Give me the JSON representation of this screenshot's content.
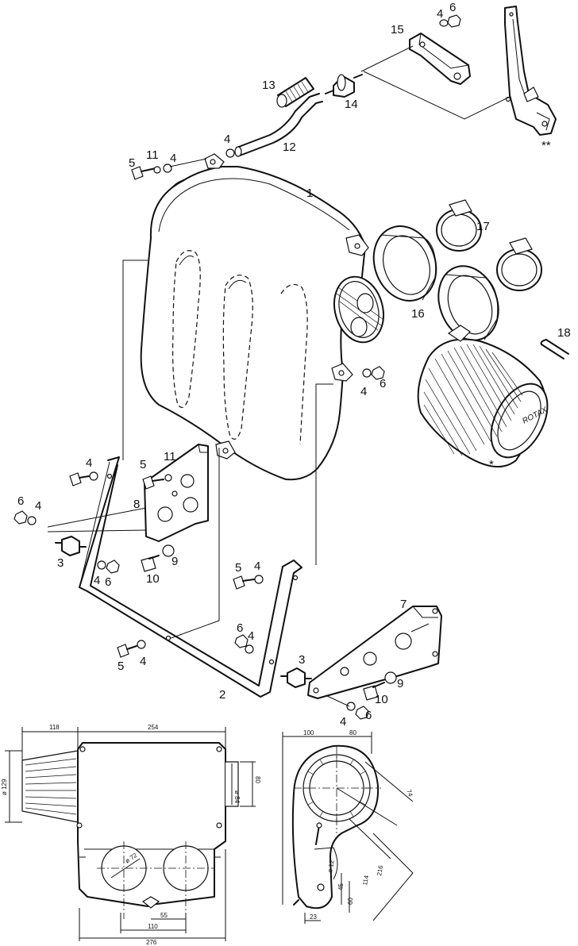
{
  "diagram": {
    "part_labels": {
      "p1": "1",
      "p2": "2",
      "p3a": "3",
      "p3b": "3",
      "p4a": "4",
      "p4b": "4",
      "p4c": "4",
      "p4d": "4",
      "p4e": "4",
      "p4f": "4",
      "p4g": "4",
      "p4h": "4",
      "p4i": "4",
      "p4j": "4",
      "p5a": "5",
      "p5b": "5",
      "p5c": "5",
      "p5d": "5",
      "p6a": "6",
      "p6b": "6",
      "p6c": "6",
      "p6d": "6",
      "p6e": "6",
      "p6f": "6",
      "p7": "7",
      "p8": "8",
      "p9a": "9",
      "p9b": "9",
      "p10a": "10",
      "p10b": "10",
      "p11a": "11",
      "p11b": "11",
      "p12": "12",
      "p13": "13",
      "p14": "14",
      "p15": "15",
      "p16": "16",
      "p17": "17",
      "p18": "18",
      "star": "*",
      "dstar": "**"
    },
    "filter_brand": "ROTAX",
    "dimensions": {
      "d118": "118",
      "d254": "254",
      "d276": "276",
      "d110": "110",
      "d55": "55",
      "d80v": "80",
      "d129": "ø 129",
      "d84": "ø 84",
      "d72": "ø 72",
      "d100": "100",
      "d80t": "80",
      "d74": "74",
      "d216": "216",
      "d114": "114",
      "d45": "45",
      "d60": "60",
      "d23": "23",
      "d12": "ø 12"
    }
  }
}
